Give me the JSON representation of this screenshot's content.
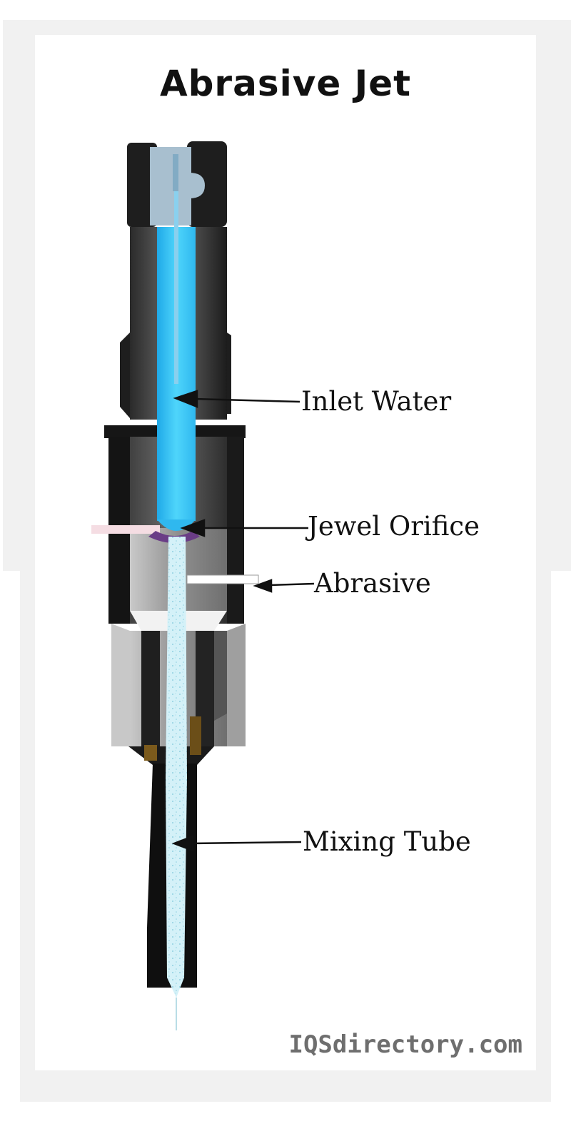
{
  "title": "Abrasive Jet",
  "labels": {
    "inlet_water": "Inlet Water",
    "jewel_orifice": "Jewel Orifice",
    "abrasive": "Abrasive",
    "mixing_tube": "Mixing Tube"
  },
  "watermark": "IQSdirectory.com",
  "colors": {
    "water": "#38c8f6",
    "abrasive_stream": "#cdeff8",
    "body_dark": "#1f1f1f",
    "body_gray": "#9a9a9a",
    "brass": "#7b5a1c",
    "gem": "#6a3d86"
  }
}
